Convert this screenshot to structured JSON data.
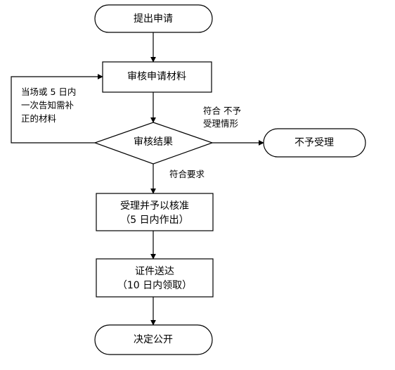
{
  "nodes": {
    "start": "提出申请",
    "review_materials": "审核申请材料",
    "review_result": "审核结果",
    "reject": "不予受理",
    "accept": {
      "line1": "受理并予以核准",
      "line2": "（5 日内作出）"
    },
    "delivery": {
      "line1": "证件送达",
      "line2": "（10 日内领取）"
    },
    "end": "决定公开"
  },
  "edge_labels": {
    "supplement": {
      "line1": "当场或 5 日内",
      "line2": "一次告知需补",
      "line3": "正的材料"
    },
    "not_qualified": {
      "line1": "符合 不予",
      "line2": "受理情形"
    },
    "qualified": "符合要求"
  }
}
